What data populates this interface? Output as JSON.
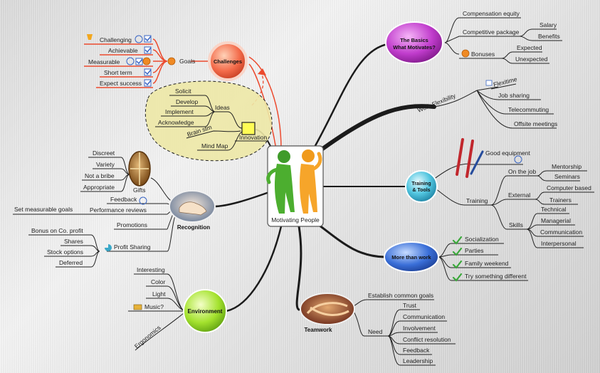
{
  "center": {
    "label": "Motivating People"
  },
  "challenges": {
    "label": "Challenges",
    "goals": "Goals",
    "items": [
      "Challenging",
      "Achievable",
      "Measurable",
      "Short term",
      "Expect success"
    ]
  },
  "innovation": {
    "label": "Innovation",
    "ideas": "Ideas",
    "idea_items": [
      "Solicit",
      "Develop",
      "Implement",
      "Acknowledge"
    ],
    "brainstorm": "Brain stm",
    "mindmap": "Mind Map"
  },
  "recognition": {
    "label": "Recognition",
    "gifts": "Gifts",
    "gift_items": [
      "Discreet",
      "Variety",
      "Not a bribe",
      "Appropriate"
    ],
    "feedback": "Feedback",
    "performance": "Performance reviews",
    "measurable": "Set measurable goals",
    "promotions": "Promotions",
    "profit": "Profit Sharing",
    "profit_items": [
      "Bonus on Co. profit",
      "Shares",
      "Stock options",
      "Deferred"
    ]
  },
  "environment": {
    "label": "Environment",
    "items": [
      "Interesting",
      "Color",
      "Light",
      "Music?"
    ],
    "extra": "Ergonomics"
  },
  "basics": {
    "label_line1": "The Basics",
    "label_line2": "What Motivates?",
    "comp_equity": "Compensation equity",
    "comp_package": "Competitive package",
    "package_items": [
      "Salary",
      "Benefits"
    ],
    "bonuses": "Bonuses",
    "bonus_items": [
      "Expected",
      "Unexpected"
    ]
  },
  "flex": {
    "label": "Work Flexibility",
    "items": [
      "Flexitime",
      "Job sharing",
      "Telecommuting",
      "Offsite meetings"
    ]
  },
  "tools": {
    "label_line1": "Training",
    "label_line2": "& Tools",
    "equipment": "Good equipment",
    "training": "Training",
    "onjob": "On the job",
    "onjob_items": [
      "Mentorship",
      "Seminars"
    ],
    "external": "External",
    "external_items": [
      "Computer based",
      "Trainers"
    ],
    "skills": "Skills",
    "skills_items": [
      "Technical",
      "Managerial",
      "Communication",
      "Interpersonal"
    ]
  },
  "more": {
    "label": "More than work",
    "items": [
      "Socialization",
      "Parties",
      "Family weekend",
      "Try something different"
    ]
  },
  "teamwork": {
    "label": "Teamwork",
    "goals": "Establish common goals",
    "need": "Need",
    "need_items": [
      "Trust",
      "Communication",
      "Involvement",
      "Conflict resolution",
      "Feedback",
      "Leadership"
    ]
  },
  "colors": {
    "basics": "#c03ccc",
    "challenges": "#f36b4a",
    "innovation_area": "#ede8a6",
    "environment": "#a4e22e",
    "more": "#3a6fd8",
    "tools": "#52c6e0",
    "check": "#3aa83a"
  }
}
